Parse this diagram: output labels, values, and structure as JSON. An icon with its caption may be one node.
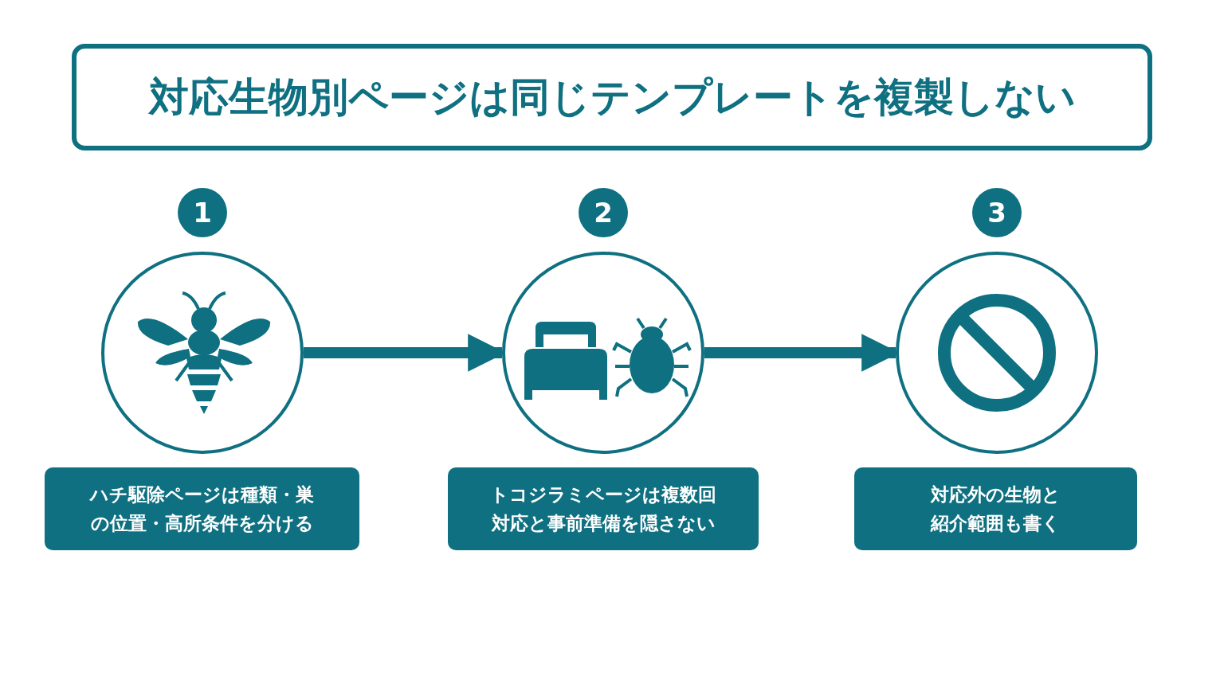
{
  "diagram": {
    "nodes": [
      {
        "text": [
          "対応生物別ページは同じテンプレートを複製しない"
        ]
      },
      {
        "text": [
          "1"
        ]
      },
      {
        "text": [
          "2"
        ]
      },
      {
        "text": [
          "3"
        ]
      },
      {
        "text": [],
        "shape": "circle"
      },
      {
        "text": [],
        "shape": "circle"
      },
      {
        "text": [],
        "shape": "circle"
      },
      {
        "text": [
          "ハチ駆除ページは種類・巣の位置・高所条件を分ける"
        ]
      },
      {
        "text": [
          "トコジラミページは複数回対応と事前準備を隠さない"
        ]
      },
      {
        "text": [
          "対応外の生物と紹介範囲も書く"
        ]
      }
    ],
    "edges": [
      {
        "from": 4,
        "to": 5,
        "arrow": "to"
      },
      {
        "from": 5,
        "to": 6,
        "arrow": "to"
      }
    ]
  }
}
